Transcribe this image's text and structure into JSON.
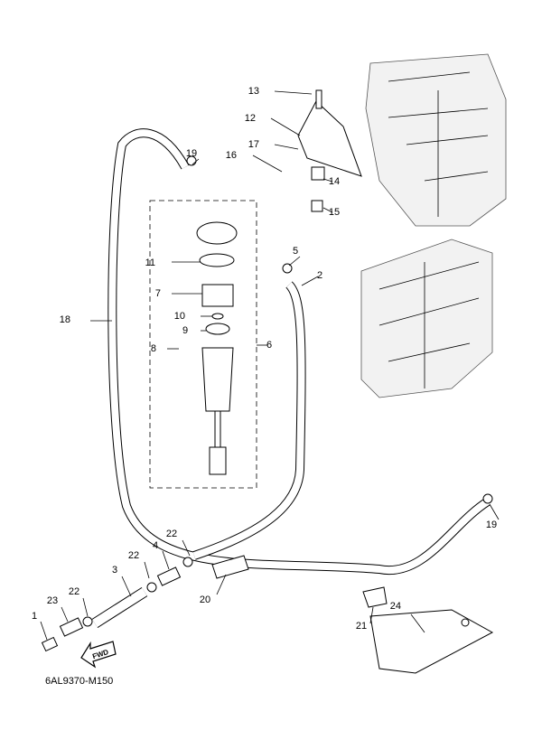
{
  "diagram": {
    "callouts": [
      "13",
      "12",
      "17",
      "16",
      "14",
      "15",
      "19",
      "5",
      "2",
      "11",
      "7",
      "10",
      "9",
      "8",
      "6",
      "18",
      "19",
      "22",
      "22",
      "22",
      "4",
      "3",
      "23",
      "1",
      "20",
      "21",
      "24"
    ],
    "fwd_label": "FWD",
    "drawing_code": "6AL9370-M150",
    "line_color": "#000000"
  }
}
